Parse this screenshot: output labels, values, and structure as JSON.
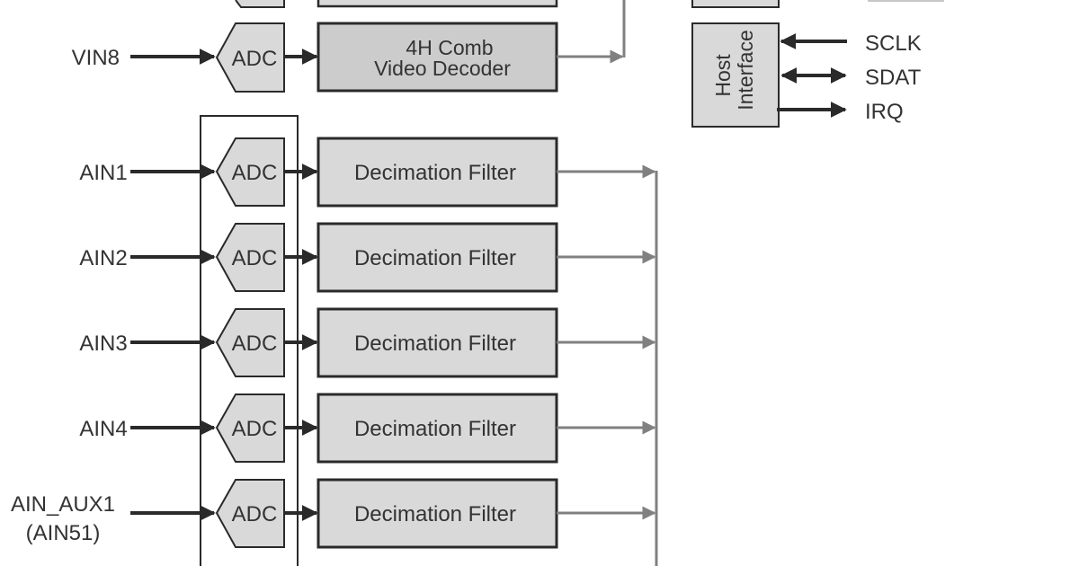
{
  "colors": {
    "block_fill": "#d9d9d9",
    "decoder_fill": "#cccccc",
    "line_dark": "#2a2a2a",
    "line_gray": "#808080",
    "text": "#333333"
  },
  "video_path": {
    "input": "VIN8",
    "adc_label": "ADC",
    "decoder_line1": "4H Comb",
    "decoder_line2": "Video Decoder"
  },
  "audio_channels": [
    {
      "input": "AIN1",
      "input_line2": "",
      "adc_label": "ADC",
      "filter_label": "Decimation Filter"
    },
    {
      "input": "AIN2",
      "input_line2": "",
      "adc_label": "ADC",
      "filter_label": "Decimation Filter"
    },
    {
      "input": "AIN3",
      "input_line2": "",
      "adc_label": "ADC",
      "filter_label": "Decimation Filter"
    },
    {
      "input": "AIN4",
      "input_line2": "",
      "adc_label": "ADC",
      "filter_label": "Decimation Filter"
    },
    {
      "input": "AIN_AUX1",
      "input_line2": "(AIN51)",
      "adc_label": "ADC",
      "filter_label": "Decimation Filter"
    }
  ],
  "host_interface": {
    "label_line1": "Host",
    "label_line2": "Interface",
    "signals": [
      {
        "name": "SCLK",
        "direction": "in"
      },
      {
        "name": "SDAT",
        "direction": "bidirectional"
      },
      {
        "name": "IRQ",
        "direction": "out"
      }
    ]
  }
}
